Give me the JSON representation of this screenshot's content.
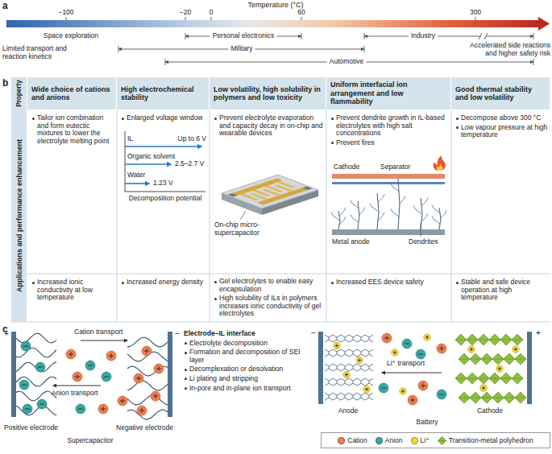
{
  "diagram": {
    "nodes": [
      {
        "text": [
          "Property"
        ]
      },
      {
        "text": [
          "Wide choice of cations and anions"
        ]
      },
      {
        "text": [
          "High electrochemical stability"
        ]
      },
      {
        "text": [
          "Low volatility, high solubility in polymers and low toxicity"
        ]
      },
      {
        "text": [
          "Uniform interfacial ion arrangement and low flammability"
        ]
      },
      {
        "text": [
          "Good thermal stability and low volatility"
        ]
      },
      {
        "text": [
          "Applications and performance enhancement"
        ]
      }
    ],
    "labels": [
      "a",
      "Temperature (°C)",
      "−100",
      "−20",
      "0",
      "60",
      "300",
      "Space exploration",
      "Limited transport and reaction kinetics",
      "Personal electronics",
      "Industry",
      "Military",
      "Automotive",
      "Accelerated side reactions and higher safety risk",
      "b",
      "Tailor ion combination and form eutectic mixtures to lower the electrolyte melting point",
      "Enlarged voltage window",
      "IL",
      "Up to 6 V",
      "Organic solvent",
      "2.5–2.7 V",
      "Water",
      "1.23 V",
      "Decomposition potential",
      "Prevent electrolyte evaporation and capacity decay in on-chip and wearable devices",
      "On-chip micro-supercapacitor",
      "Prevent dendrite growth in IL-based electrolytes with high salt concentrations",
      "Prevent fires",
      "Cathode",
      "Separator",
      "Metal anode",
      "Dendrites",
      "Decompose above 300 °C",
      "Low vapour pressure at high temperature",
      "Increased ionic conductivity at low temperature",
      "Increased energy density",
      "Gel electrolytes to enable easy encapsulation",
      "High solubility of ILs in polymers increases ionic conductivity of gel electrolytes",
      "Increased EES device safety",
      "Stable and safe device operation at high temperature",
      "c",
      "Cation transport",
      "Anion transport",
      "+",
      "−",
      "Positive electrode",
      "Negative electrode",
      "Supercapacitor",
      "Electrode–IL interface",
      "Electrolyte decomposition",
      "Formation and decomposition of SEI layer",
      "Decomplexation or desolvation",
      "Li plating and stripping",
      "In-pore and in-plane ion transport",
      "−",
      "+",
      "Li⁺ transport",
      "Anode",
      "Cathode",
      "Battery"
    ],
    "legend": [
      {
        "text": "Cation",
        "color": "#ef7d4e"
      },
      {
        "text": "Anion",
        "color": "#3aa6a0"
      },
      {
        "text": "Li⁺",
        "color": "#f5d63d"
      },
      {
        "text": "Transition-metal polyhedron"
      }
    ]
  }
}
